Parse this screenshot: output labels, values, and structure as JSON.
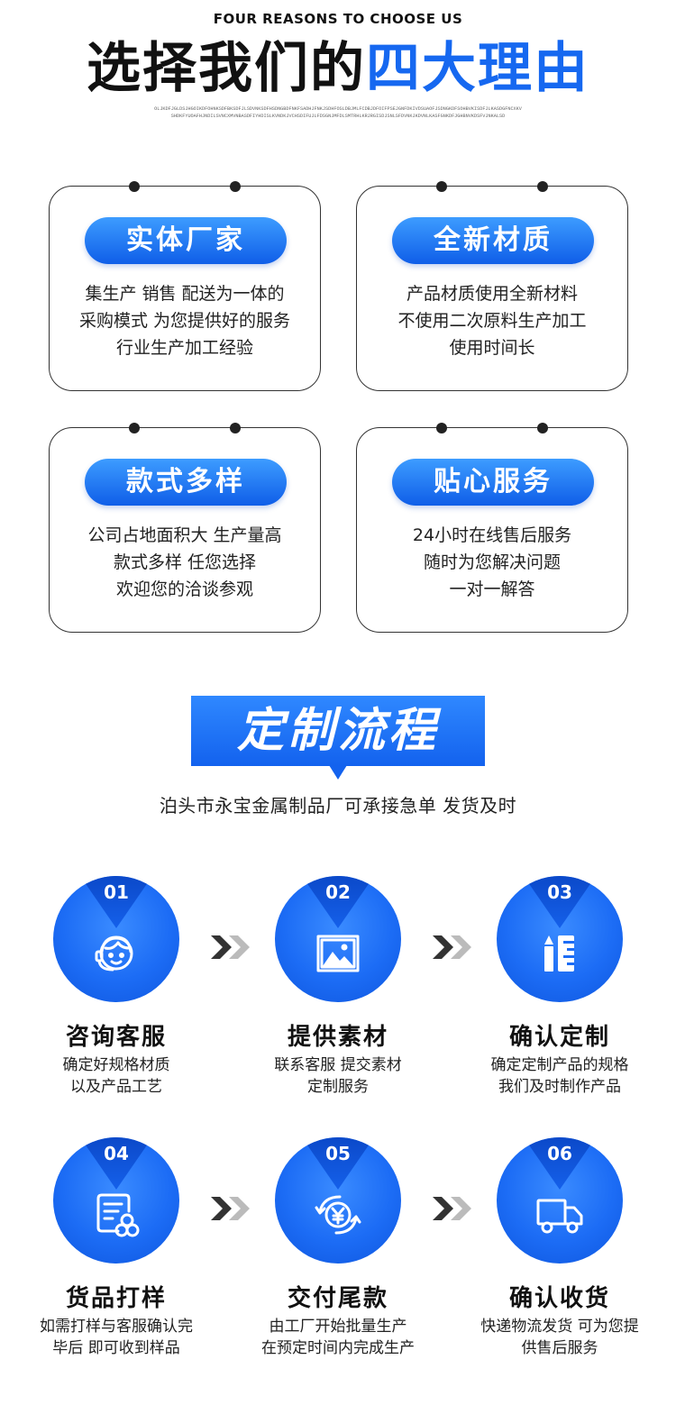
{
  "header": {
    "eyebrow": "FOUR REASONS TO CHOOSE US",
    "title_dark": "选择我们的",
    "title_blue": "四大理由",
    "filler_text": "OLJKDFJGLDSJHGOIKDFOHNKSDFBKSDFJLSDVNKSDFHSDNGBDFNKFSADHJFNKJSDHFOSLDBJMLFCDBJDFOIFPSEJGNFDKIVDSUAOFJSDNGKDFSOHBVKISDFJLKASDGFNCXKVSHDKFYUOAFHJNDILSVNCXMVNBASDFIYHDISLKVNDKJVCHSDIFUJLFDSGNJMFDLSMTRHLKRJRGISDJSNLSFDVNKJKDVNLKASFGNKDFJGHBNVKDSFVJNKALSD"
  },
  "reasons": [
    {
      "title": "实体厂家",
      "lines": [
        "集生产 销售 配送为一体的",
        "采购模式 为您提供好的服务",
        "行业生产加工经验"
      ]
    },
    {
      "title": "全新材质",
      "lines": [
        "产品材质使用全新材料",
        "不使用二次原料生产加工",
        "使用时间长"
      ]
    },
    {
      "title": "款式多样",
      "lines": [
        "公司占地面积大 生产量高",
        "款式多样 任您选择",
        "欢迎您的洽谈参观"
      ]
    },
    {
      "title": "贴心服务",
      "lines": [
        "24小时在线售后服务",
        "随时为您解决问题",
        "一对一解答"
      ]
    }
  ],
  "process": {
    "banner": "定制流程",
    "subtitle": "泊头市永宝金属制品厂可承接急单 发货及时"
  },
  "steps": [
    {
      "num": "01",
      "icon": "customer-service-icon",
      "name": "咨询客服",
      "desc": [
        "确定好规格材质",
        "以及产品工艺"
      ]
    },
    {
      "num": "02",
      "icon": "image-icon",
      "name": "提供素材",
      "desc": [
        "联系客服 提交素材",
        "定制服务"
      ]
    },
    {
      "num": "03",
      "icon": "pencil-ruler-icon",
      "name": "确认定制",
      "desc": [
        "确定定制产品的规格",
        "我们及时制作产品"
      ]
    },
    {
      "num": "04",
      "icon": "sample-document-icon",
      "name": "货品打样",
      "desc": [
        "如需打样与客服确认完",
        "毕后 即可收到样品"
      ]
    },
    {
      "num": "05",
      "icon": "yuan-payment-icon",
      "name": "交付尾款",
      "desc": [
        "由工厂开始批量生产",
        "在预定时间内完成生产"
      ]
    },
    {
      "num": "06",
      "icon": "delivery-truck-icon",
      "name": "确认收货",
      "desc": [
        "快递物流发货 可为您提",
        "供售后服务"
      ]
    }
  ],
  "colors": {
    "brand_blue": "#1668f0",
    "chevron_dark": "#333333",
    "chevron_light": "#bbbbbb"
  }
}
